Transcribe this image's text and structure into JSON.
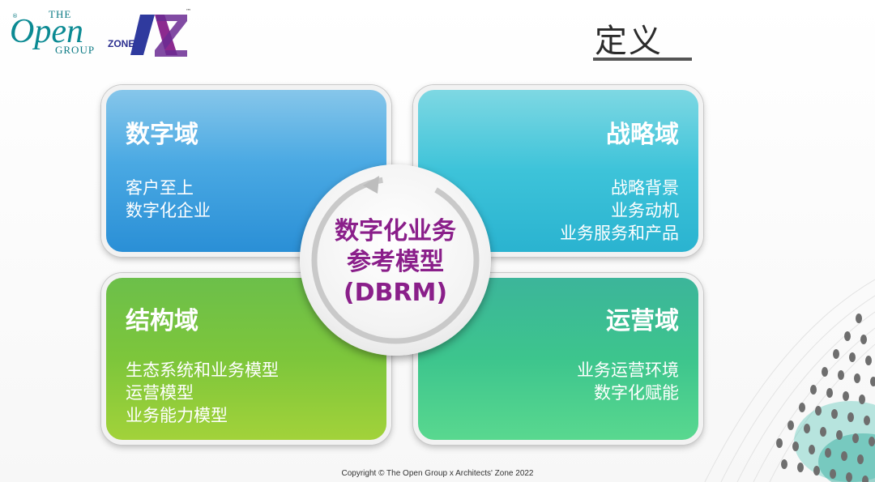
{
  "logos": {
    "open_group": {
      "the": "THE",
      "open": "Open",
      "group": "GROUP",
      "reg": "®"
    },
    "zone_az": {
      "zone": "ZONE",
      "tm": "™"
    }
  },
  "header": {
    "title": "定义"
  },
  "cards": [
    {
      "title": "数字域",
      "items": [
        "客户至上",
        "数字化企业"
      ]
    },
    {
      "title": "战略域",
      "items": [
        "战略背景",
        "业务动机",
        "业务服务和产品"
      ]
    },
    {
      "title": "结构域",
      "items": [
        "生态系统和业务模型",
        "运营模型",
        "业务能力模型"
      ]
    },
    {
      "title": "运营域",
      "items": [
        "业务运营环境",
        "数字化赋能"
      ]
    }
  ],
  "center": {
    "line1": "数字化业务",
    "line2": "参考模型",
    "line3": "(DBRM)"
  },
  "footer": {
    "copyright": "Copyright © The Open Group x Architects' Zone 2022"
  },
  "colors": {
    "accent_purple": "#8a1f8a",
    "teal": "#0b8a93",
    "blue": "#2a8fd6",
    "green": "#7dc63b"
  }
}
